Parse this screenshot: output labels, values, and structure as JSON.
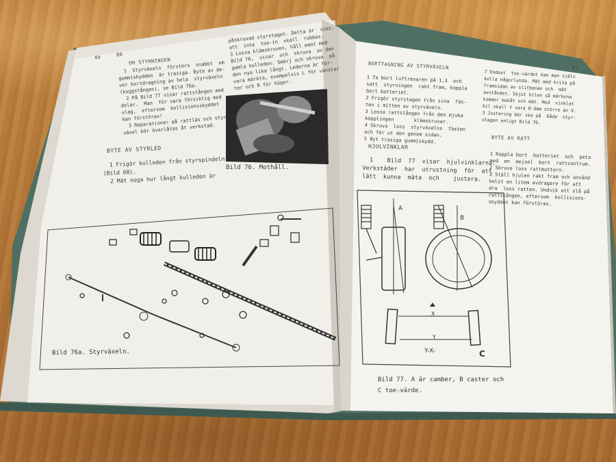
{
  "book": {
    "left_page": {
      "page_number_outer": "4b",
      "page_number": "80",
      "heading_1": "OM STYRNINGEN",
      "column_1": [
        "  1  Styrväxeln  förstörs  snabbt  om",
        "gummiskydden  är trasiga. Byte av de-",
        "ver bortdragning av hela  styrväxeln",
        "(kuggstången), se Bild 76a.",
        "  2 På Bild 77 visar rattstången med",
        "delar.  Man  för vara försiktig med",
        "slag,  eftersom  kollisionsskyddet",
        "kan förstöras!",
        "  3 Reparationer på rattläs och styr-",
        "växel bör överlåtas åt verkstad."
      ],
      "heading_2": "BYTE AV STYRLED",
      "column_2": [
        "  1 Frigör kulleden från styrspindeln",
        "(Bild 68).",
        "  2 Mät noga hur långt kulleden är"
      ],
      "column_3": [
        "påskruvad styrstaget. Detta är  vikt-",
        "att  inte  toe-in  skall  rubbas.",
        "3 Lossa klämskruven, håll emot med",
        "Bild 76,  visar  och  skruva  av den",
        "gamla kulleden. Smörj och skruva  på",
        "den nya lika långt. Lederna är för-",
        "vara märkta, exempelvis L för vänster",
        "ter och R för höger."
      ],
      "photo_caption": "Bild 76. Mothåll.",
      "figure_caption": "Bild 76a. Styrväxeln."
    },
    "right_page": {
      "page_number": "81",
      "heading_1": "BORTTAGNING AV STYRVÄXELN",
      "column_1": [
        "1 Ta bort luftrenaren på 1,3  och",
        "satt  styrningen  rakt fram, koppla",
        "bort batteriet.",
        "2 Frigör styrstagen från sina  fäs-",
        "ten i mitten av styrväxeln.",
        "3 Lossa rattstången från den mjuka",
        "kopplingen       klämskruvar.",
        "4 Skruva  loss  styrväxelns  fästen",
        "och för ut den genom sidan.",
        "5 Byt trasiga gummiskydd."
      ],
      "heading_2": "HJULVINKLAR",
      "column_2": [
        "  1    Bild  77  visar  hjulvinklarna.",
        "Verkstäder  har  utrustning  för  att",
        "lätt  kunna  mäta  och    justera."
      ],
      "column_3": [
        "7 Endast  toe-värdet kan man själv",
        "kolla någorlunda. Mät med krita på",
        "framsidan av slitbanan och  mät",
        "avståndet. Skjut bilen så märkena",
        "kommer bakåt och mät. Med  vinklat",
        "bil skall Y vara 0-3mm större än X.",
        "3 Justering bör ske på  båda  styr-",
        "stagen enligt Bild 76."
      ],
      "heading_3": "BYTE AV RATT",
      "column_4": [
        "1 Koppla bort  batteriet  och  peta",
        "med  en  mejsel  bort  rattcentrum.",
        "2 Skruva loss rattmuttern.",
        "3 Ställ hjulen rakt fram och använd",
        "helst en litem avdragare för att",
        "dra  loss ratten. Undvik att slå på",
        "rattstången, eftersom  kollisions-",
        "skyddet kan förstöras."
      ],
      "diagram_labels": {
        "a": "A",
        "b": "B",
        "c": "C",
        "x": "X",
        "y": "Y",
        "yx": "Y-X-"
      },
      "figure_caption_line_1": "Bild 77. A är camber, B caster  och",
      "figure_caption_line_2": "C toe-värde."
    }
  },
  "colors": {
    "cover": "#4f6f63",
    "paper": "#f3f1ec",
    "ink": "#3a3a3a",
    "table": "#b07a38"
  }
}
